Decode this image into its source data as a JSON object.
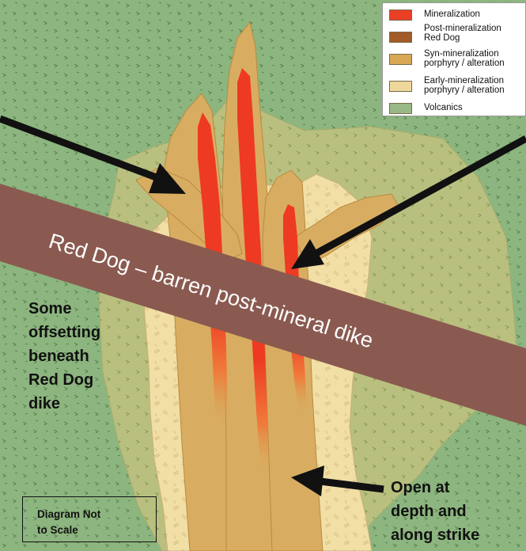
{
  "legend": [
    {
      "label": "Mineralization",
      "color": "#ea3f24"
    },
    {
      "label": "Post-mineralization\nRed Dog",
      "color": "#a15c28"
    },
    {
      "label": "Syn-mineralization\nporphyry / alteration",
      "color": "#d9a854"
    },
    {
      "label": "Early-mineralization\nporphyry / alteration",
      "color": "#efd89b"
    },
    {
      "label": "Volcanics",
      "color": "#98b887"
    }
  ],
  "dike_label": "Red Dog – barren post-mineral dike",
  "note_left": [
    "Some",
    "offsetting",
    "beneath",
    "Red Dog",
    "dike"
  ],
  "note_right": [
    "Open at",
    "depth and",
    "along strike"
  ],
  "scale_note": [
    "Diagram Not",
    "to Scale"
  ],
  "colors": {
    "volcanics": "#8db57f",
    "outer_halo": "#b6bf80",
    "early_porphyry": "#f2dfa6",
    "syn_porphyry": "#d8ad62",
    "mineralization": "#ee3a22",
    "dike": "#8a5a50",
    "arrow": "#111111"
  }
}
